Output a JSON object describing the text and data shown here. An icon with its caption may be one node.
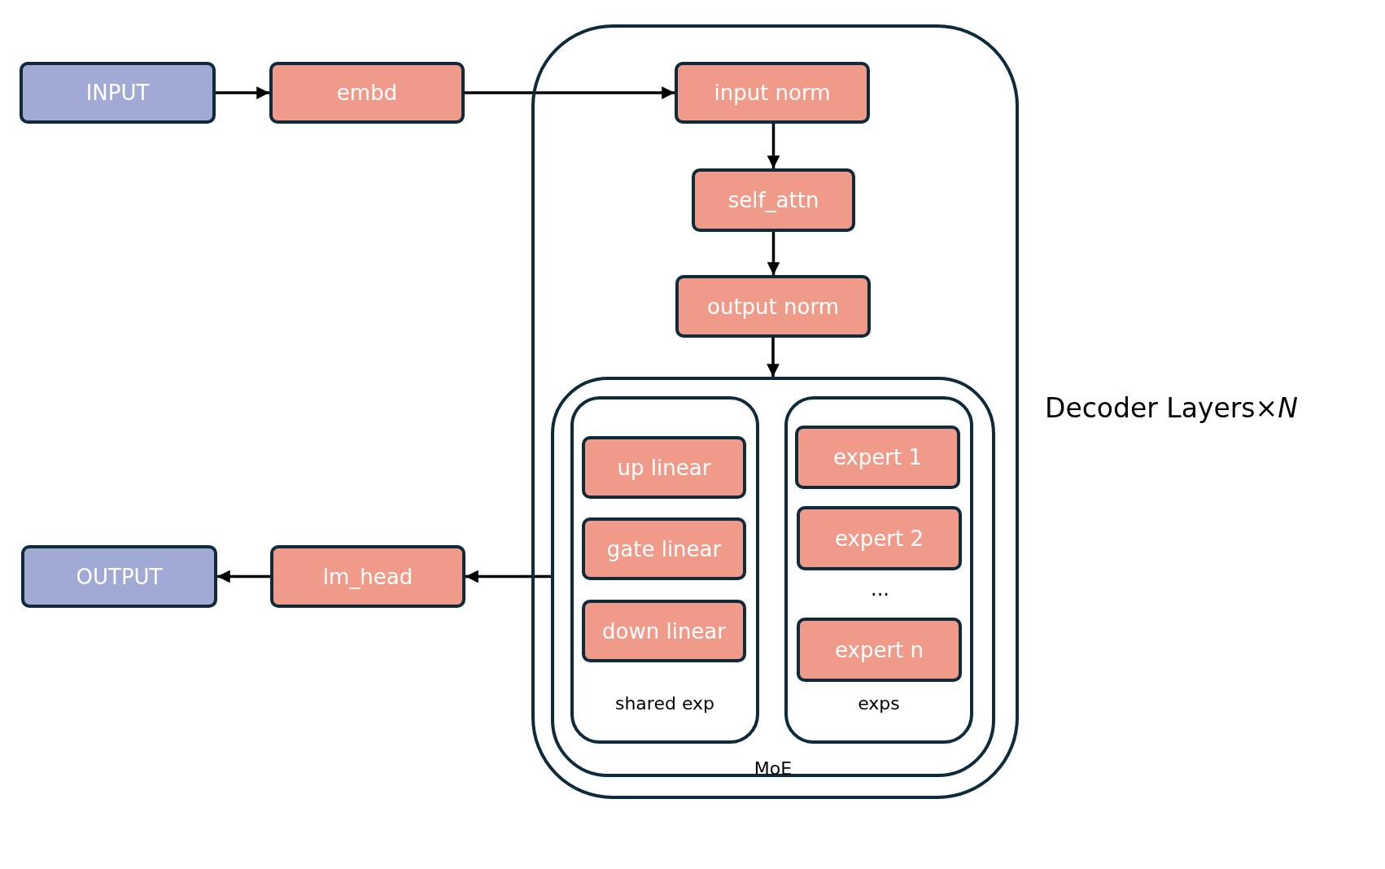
{
  "diagram": {
    "nodes": [
      {
        "text": [
          "INPUT"
        ]
      },
      {
        "text": [
          "embd"
        ]
      },
      {
        "text": [],
        "shape": "box",
        "beside": [
          "Decoder Layers×*N*"
        ]
      },
      {
        "text": [
          "input norm"
        ],
        "in": 2
      },
      {
        "text": [
          "self_attn"
        ],
        "in": 2
      },
      {
        "text": [
          "output norm"
        ],
        "in": 2
      },
      {
        "text": [
          "MoE"
        ],
        "in": 2
      },
      {
        "text": [
          "shared exp"
        ],
        "in": 6
      },
      {
        "text": [
          "up linear"
        ],
        "in": 7
      },
      {
        "text": [
          "gate linear"
        ],
        "in": 7
      },
      {
        "text": [
          "down linear"
        ],
        "in": 7
      },
      {
        "text": [
          "exps"
        ],
        "in": 6
      },
      {
        "text": [
          "expert 1"
        ],
        "in": 11
      },
      {
        "text": [
          "expert 2"
        ],
        "in": 11
      },
      {
        "text": [
          "expert n"
        ],
        "in": 11
      },
      {
        "text": [
          "OUTPUT"
        ]
      },
      {
        "text": [
          "lm_head"
        ]
      }
    ],
    "edges": [
      {
        "from": 0,
        "to": 1,
        "arrow": "to"
      },
      {
        "from": 1,
        "to": 3,
        "arrow": "to"
      },
      {
        "from": 3,
        "to": 4,
        "arrow": "to"
      },
      {
        "from": 4,
        "to": 5,
        "arrow": "to"
      },
      {
        "from": 5,
        "to": 6,
        "arrow": "to"
      },
      {
        "from": 6,
        "to": 16,
        "arrow": "to"
      },
      {
        "from": 16,
        "to": 15,
        "arrow": "to"
      }
    ],
    "labels": [
      "..."
    ]
  }
}
